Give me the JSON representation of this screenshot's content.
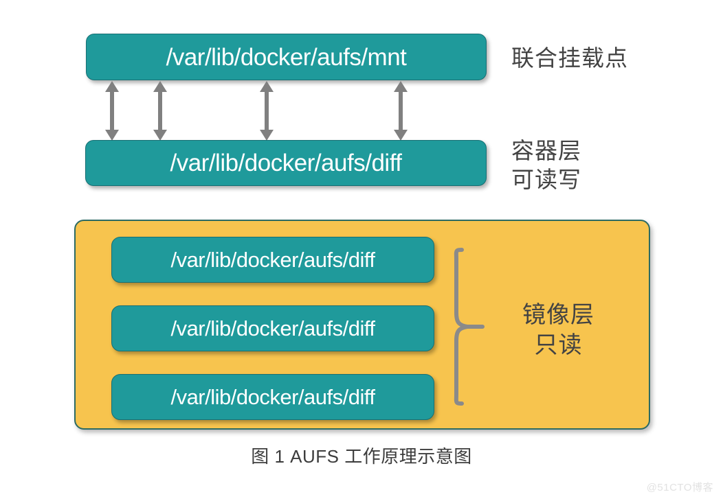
{
  "diagram": {
    "caption": "图 1 AUFS 工作原理示意图",
    "watermark": "@51CTO博客",
    "colors": {
      "teal_fill": "#1f9a9b",
      "teal_border": "#176f73",
      "orange_fill": "#f7c44e",
      "orange_border": "#2c6b64",
      "arrow_gray": "#808080",
      "text_dark": "#434343",
      "background": "#ffffff"
    },
    "mount_box": {
      "label": "/var/lib/docker/aufs/mnt"
    },
    "container_box": {
      "label": "/var/lib/docker/aufs/diff"
    },
    "image_layers": [
      {
        "label": "/var/lib/docker/aufs/diff"
      },
      {
        "label": "/var/lib/docker/aufs/diff"
      },
      {
        "label": "/var/lib/docker/aufs/diff"
      }
    ],
    "annotations": {
      "union_mount": "联合挂载点",
      "container_layer": "容器层\n可读写",
      "image_layer": "镜像层\n只读"
    },
    "arrows": {
      "count": 4,
      "positions": [
        163,
        233,
        388,
        583
      ],
      "direction": "double-headed-vertical"
    }
  }
}
